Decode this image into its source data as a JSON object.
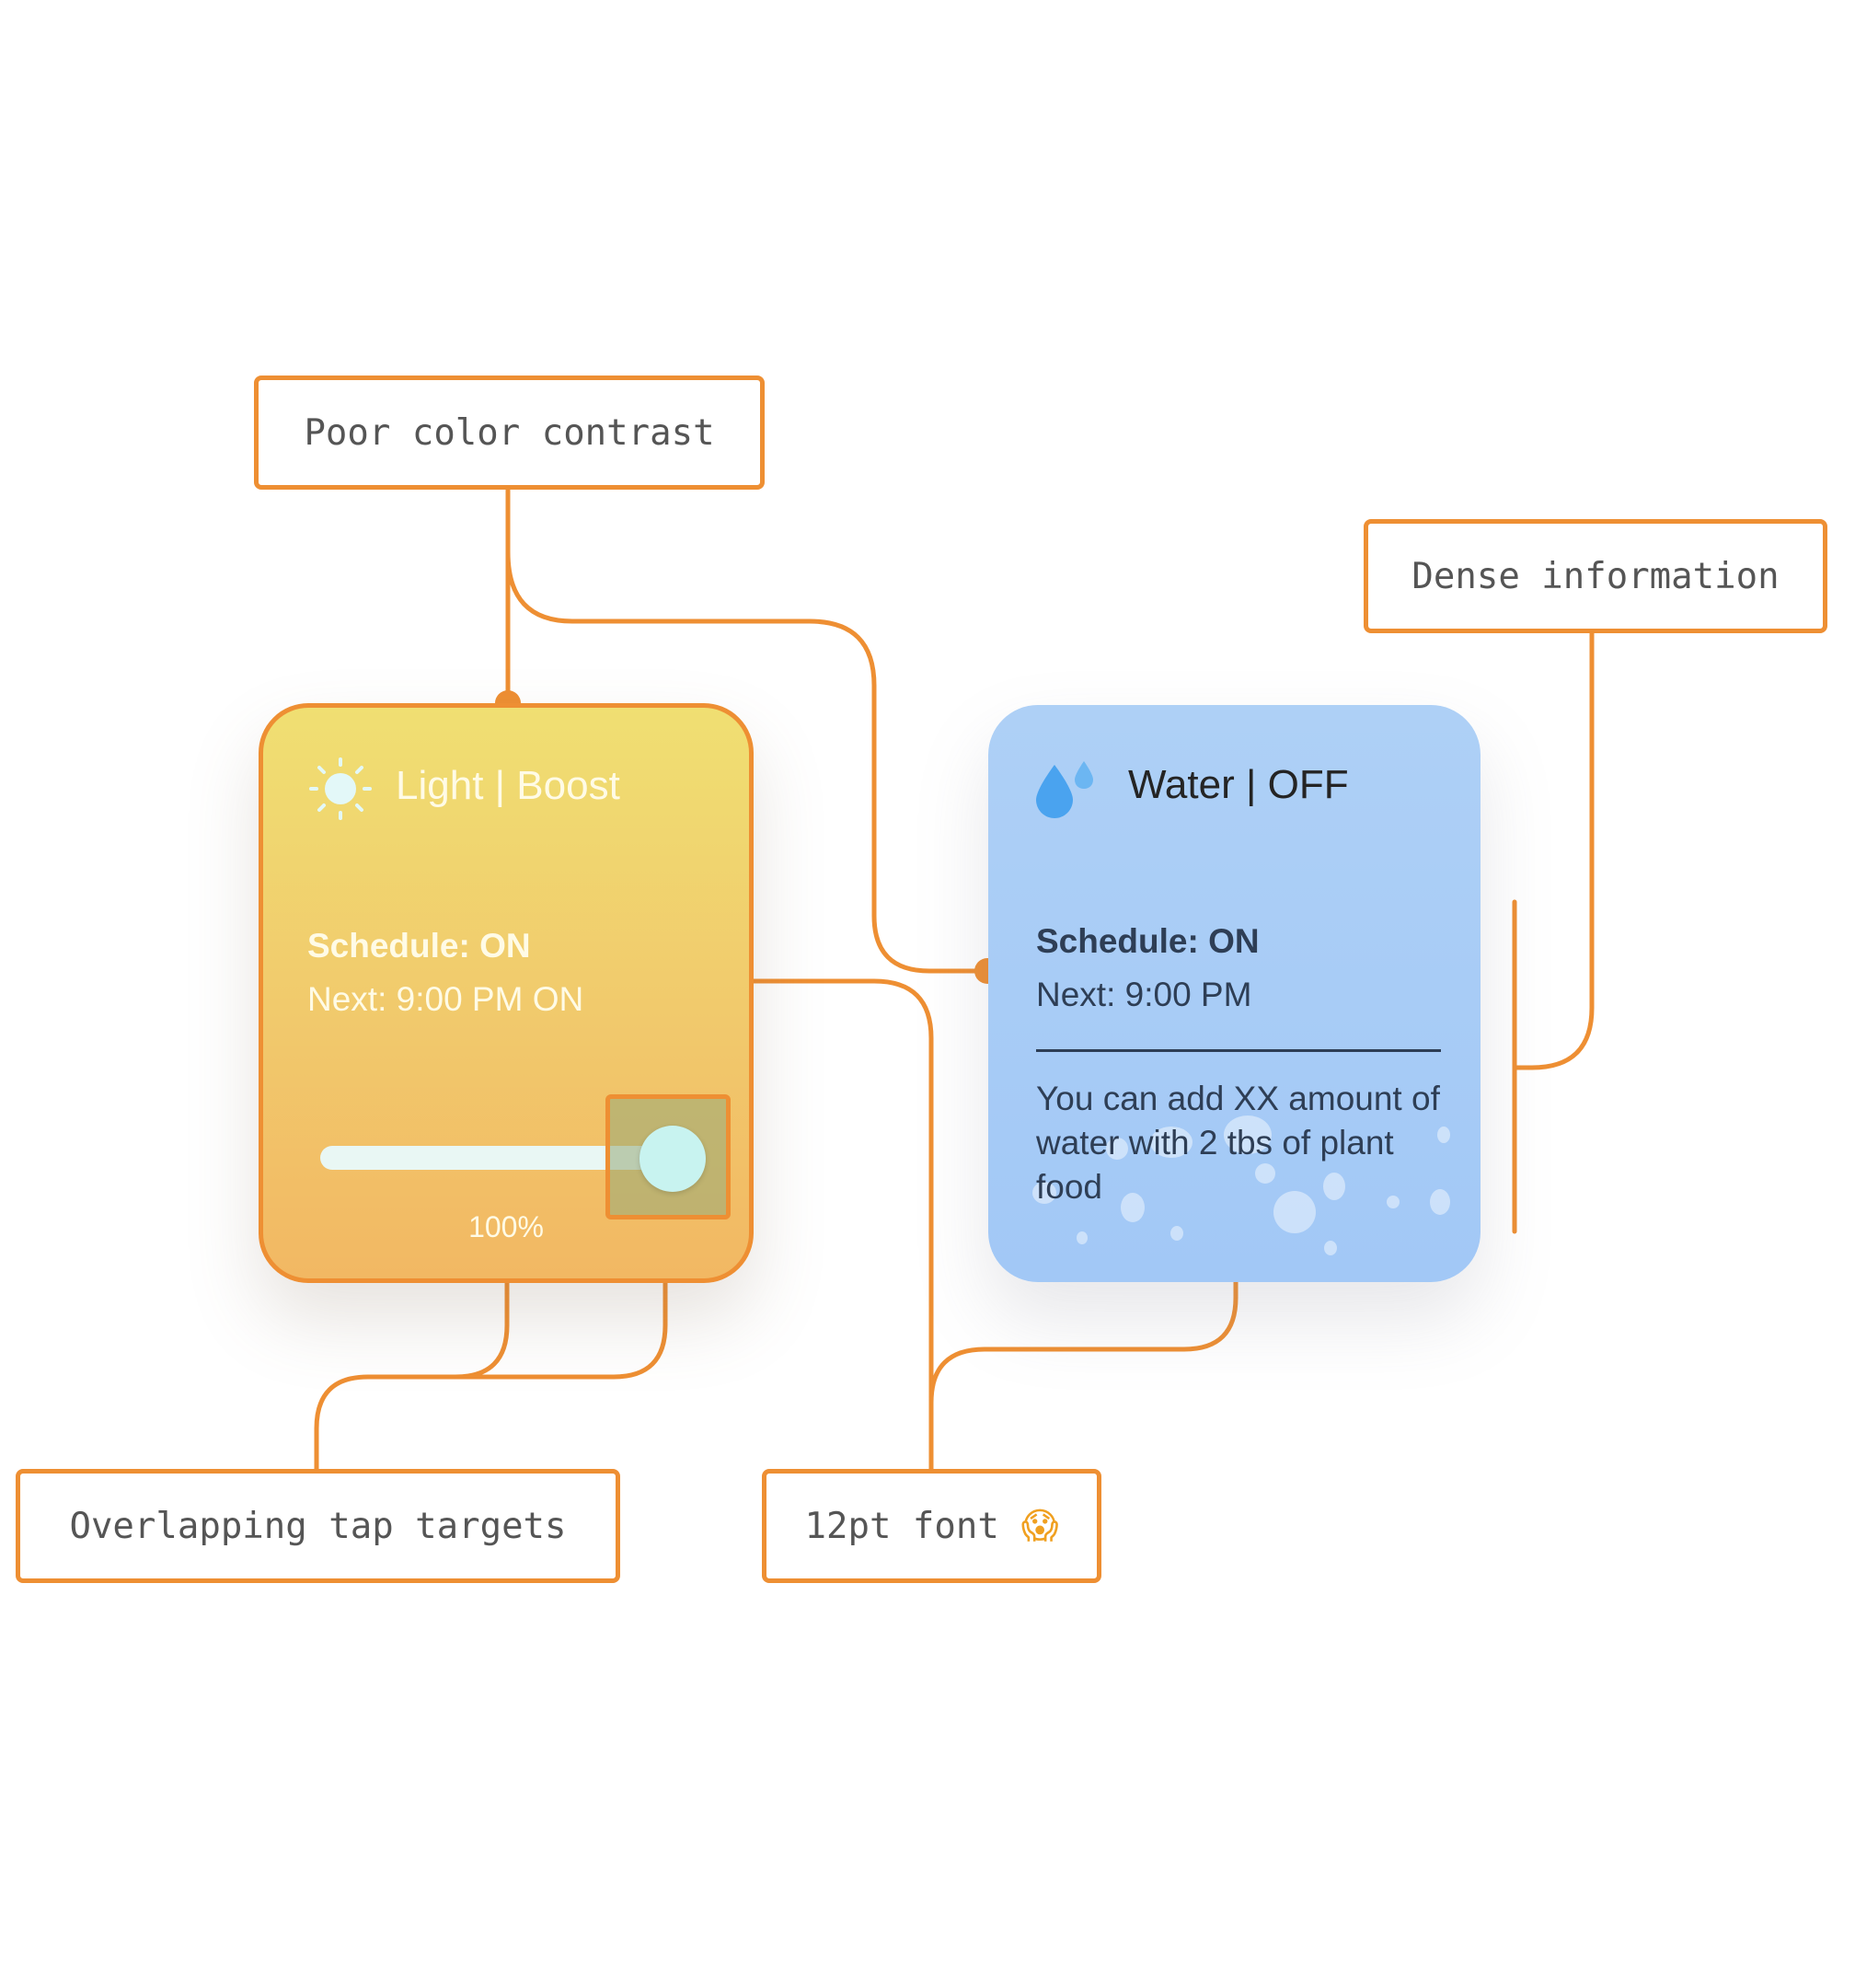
{
  "light_card": {
    "title": "Light | Boost",
    "icon": "sun-icon",
    "schedule": "Schedule: ON",
    "next": "Next: 9:00 PM ON",
    "slider_value": "100%",
    "slider_level": 1.0,
    "colors": {
      "gradient_top": "#f0df72",
      "gradient_bottom": "#f2b863",
      "text": "#fffbe6"
    }
  },
  "water_card": {
    "title": "Water | OFF",
    "icon": "water-drop-icon",
    "schedule": "Schedule: ON",
    "next": "Next: 9:00 PM",
    "description": "You can add XX amount of water with 2 tbs of plant food",
    "colors": {
      "background": "#a8ccf6",
      "text": "#2e3e55"
    }
  },
  "annotations": {
    "contrast": "Poor color contrast",
    "dense": "Dense information",
    "overlap": "Overlapping tap targets",
    "font": "12pt font",
    "font_emoji": "😱"
  },
  "colors": {
    "annotation": "#ee8f33",
    "label_text": "#555555"
  }
}
